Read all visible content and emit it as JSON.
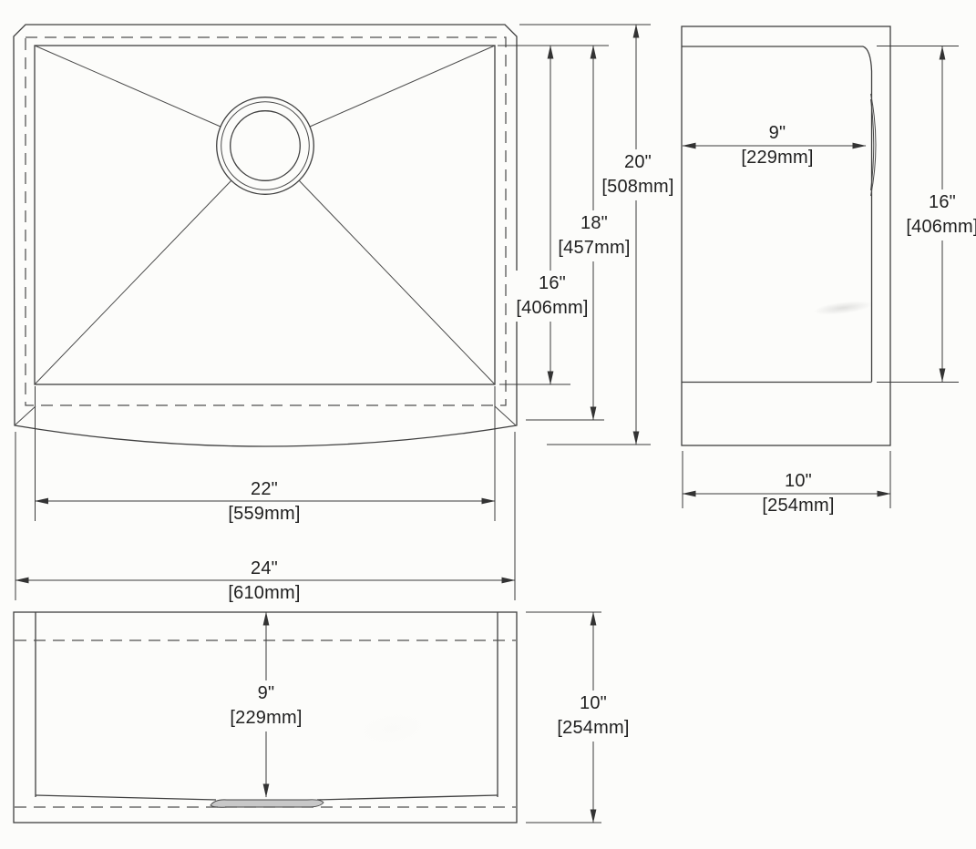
{
  "document": {
    "kind": "scanned dimension drawing"
  },
  "colors": {
    "paper": "#fcfcfa",
    "line": "#3f3f3f",
    "text": "#1f1f1f",
    "drain_shade": "#c8c8c8"
  },
  "dims": {
    "plan_bowl_depth": {
      "in": "16\"",
      "mm": "[406mm]"
    },
    "plan_mid_depth": {
      "in": "18\"",
      "mm": "[457mm]"
    },
    "plan_overall_depth": {
      "in": "20\"",
      "mm": "[508mm]"
    },
    "plan_bowl_width": {
      "in": "22\"",
      "mm": "[559mm]"
    },
    "plan_overall_width": {
      "in": "24\"",
      "mm": "[610mm]"
    },
    "side_rear_depth": {
      "in": "9\"",
      "mm": "[229mm]"
    },
    "side_height": {
      "in": "16\"",
      "mm": "[406mm]"
    },
    "side_width": {
      "in": "10\"",
      "mm": "[254mm]"
    },
    "front_bowl_depth": {
      "in": "9\"",
      "mm": "[229mm]"
    },
    "front_height": {
      "in": "10\"",
      "mm": "[254mm]"
    }
  }
}
